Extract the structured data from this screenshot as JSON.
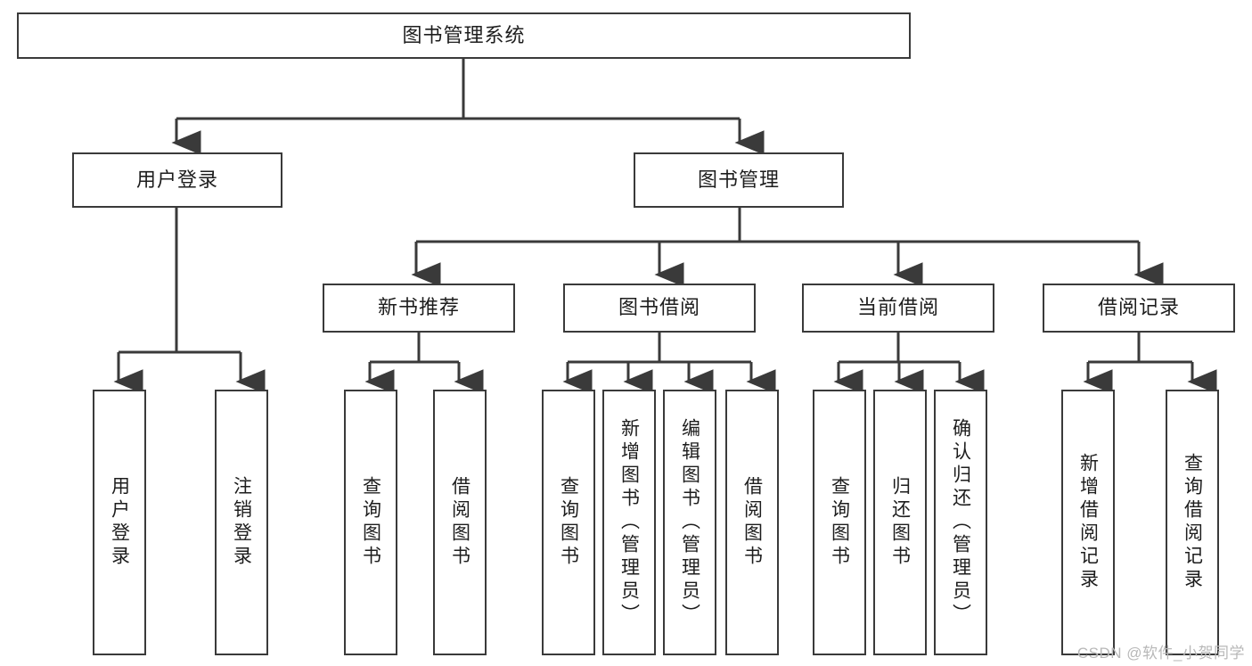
{
  "diagram": {
    "title_text": "图书管理系统",
    "type": "tree-hierarchy-diagram",
    "orientation": "top-down",
    "stroke_color": "#3a3a3a",
    "text_color": "#1d1d1d",
    "background_color": "#ffffff"
  },
  "root": {
    "label": "图书管理系统"
  },
  "level2": [
    {
      "label": "用户登录"
    },
    {
      "label": "图书管理"
    }
  ],
  "level3": [
    {
      "label": "新书推荐"
    },
    {
      "label": "图书借阅"
    },
    {
      "label": "当前借阅"
    },
    {
      "label": "借阅记录"
    }
  ],
  "leaves": {
    "user_login": [
      {
        "label": "用户登录"
      },
      {
        "label": "注销登录"
      }
    ],
    "new_book_recommend": [
      {
        "label": "查询图书"
      },
      {
        "label": "借阅图书"
      }
    ],
    "book_borrow": [
      {
        "label": "查询图书"
      },
      {
        "label": "新增图书（管理员）"
      },
      {
        "label": "编辑图书（管理员）"
      },
      {
        "label": "借阅图书"
      }
    ],
    "current_borrow": [
      {
        "label": "查询图书"
      },
      {
        "label": "归还图书"
      },
      {
        "label": "确认归还（管理员）"
      }
    ],
    "borrow_record": [
      {
        "label": "新增借阅记录"
      },
      {
        "label": "查询借阅记录"
      }
    ]
  },
  "watermark": {
    "text": "CSDN @软件_小贺同学"
  },
  "chart_data": {
    "type": "table",
    "title": "图书管理系统",
    "nodes": [
      {
        "id": "root",
        "label": "图书管理系统",
        "level": 1,
        "parent": null
      },
      {
        "id": "user-login",
        "label": "用户登录",
        "level": 2,
        "parent": "root"
      },
      {
        "id": "book-manage",
        "label": "图书管理",
        "level": 2,
        "parent": "root"
      },
      {
        "id": "new-book",
        "label": "新书推荐",
        "level": 3,
        "parent": "book-manage"
      },
      {
        "id": "book-borrow",
        "label": "图书借阅",
        "level": 3,
        "parent": "book-manage"
      },
      {
        "id": "current-borrow",
        "label": "当前借阅",
        "level": 3,
        "parent": "book-manage"
      },
      {
        "id": "borrow-record",
        "label": "借阅记录",
        "level": 3,
        "parent": "book-manage"
      },
      {
        "id": "leaf-1",
        "label": "用户登录",
        "level": 4,
        "parent": "user-login"
      },
      {
        "id": "leaf-2",
        "label": "注销登录",
        "level": 4,
        "parent": "user-login"
      },
      {
        "id": "leaf-3",
        "label": "查询图书",
        "level": 4,
        "parent": "new-book"
      },
      {
        "id": "leaf-4",
        "label": "借阅图书",
        "level": 4,
        "parent": "new-book"
      },
      {
        "id": "leaf-5",
        "label": "查询图书",
        "level": 4,
        "parent": "book-borrow"
      },
      {
        "id": "leaf-6",
        "label": "新增图书（管理员）",
        "level": 4,
        "parent": "book-borrow"
      },
      {
        "id": "leaf-7",
        "label": "编辑图书（管理员）",
        "level": 4,
        "parent": "book-borrow"
      },
      {
        "id": "leaf-8",
        "label": "借阅图书",
        "level": 4,
        "parent": "book-borrow"
      },
      {
        "id": "leaf-9",
        "label": "查询图书",
        "level": 4,
        "parent": "current-borrow"
      },
      {
        "id": "leaf-10",
        "label": "归还图书",
        "level": 4,
        "parent": "current-borrow"
      },
      {
        "id": "leaf-11",
        "label": "确认归还（管理员）",
        "level": 4,
        "parent": "current-borrow"
      },
      {
        "id": "leaf-12",
        "label": "新增借阅记录",
        "level": 4,
        "parent": "borrow-record"
      },
      {
        "id": "leaf-13",
        "label": "查询借阅记录",
        "level": 4,
        "parent": "borrow-record"
      }
    ]
  }
}
